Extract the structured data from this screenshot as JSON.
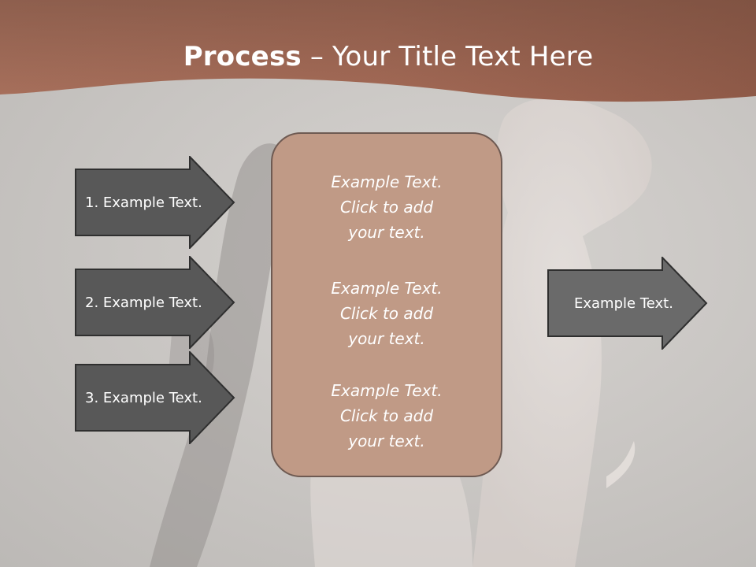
{
  "slide": {
    "title_bold": "Process",
    "title_rest": " – Your Title Text Here"
  },
  "left_arrows": [
    {
      "label": "1. Example Text."
    },
    {
      "label": "2. Example Text."
    },
    {
      "label": "3. Example Text."
    }
  ],
  "center_box": {
    "paragraphs": [
      {
        "line1": "Example Text.",
        "line2": "Click  to add",
        "line3": "your text."
      },
      {
        "line1": "Example Text.",
        "line2": "Click  to add",
        "line3": "your text."
      },
      {
        "line1": "Example Text.",
        "line2": "Click  to add",
        "line3": "your text."
      }
    ]
  },
  "right_arrow": {
    "label": "Example Text."
  },
  "colors": {
    "header": "#9c6450",
    "arrow_dark": "#585858",
    "arrow_mid": "#6a6a6a",
    "center_fill": "#c09a86",
    "outline": "#2f2f2f"
  },
  "icons": {
    "background": "dog-photo-illustration"
  }
}
